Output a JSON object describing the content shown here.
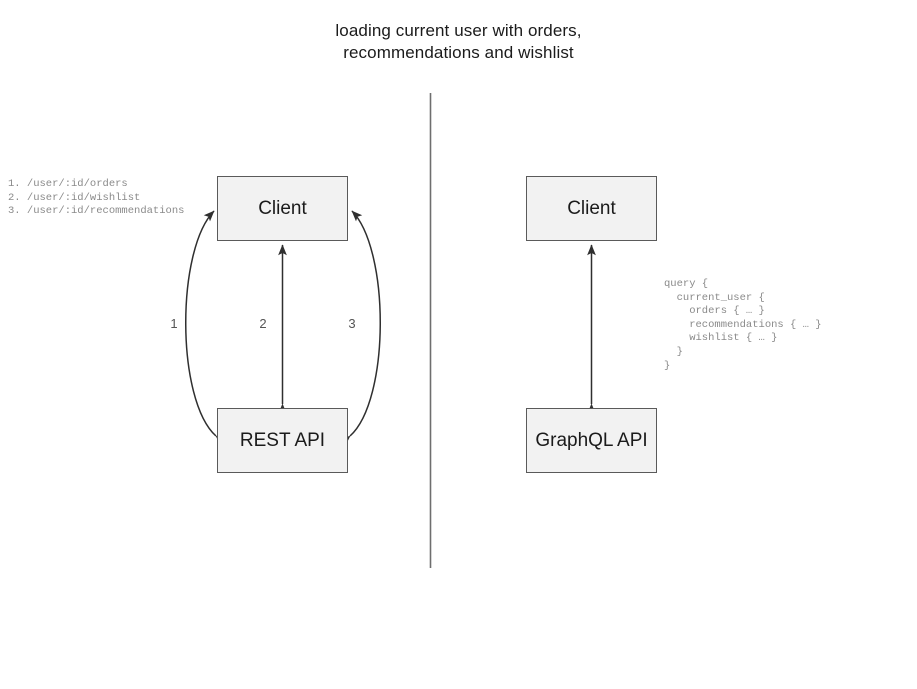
{
  "diagram": {
    "title": "loading current user with orders,\nrecommendations and wishlist",
    "divider": {
      "name": "vertical-divider",
      "color": "#6e6e6e"
    },
    "palette": {
      "box_fill": "#f2f2f2",
      "box_stroke": "#5a5a5a",
      "edge_stroke": "#3a3a3a",
      "annotation_text": "#8a8a8a",
      "title_text": "#1b1b1b"
    },
    "left_panel": {
      "name": "rest-approach",
      "nodes": [
        {
          "id": "client-rest",
          "label": "Client"
        },
        {
          "id": "rest-api",
          "label": "REST API"
        }
      ],
      "edges": [
        {
          "id": "1",
          "label": "1",
          "style": "curved-left",
          "arrows": "both"
        },
        {
          "id": "2",
          "label": "2",
          "style": "straight",
          "arrows": "both"
        },
        {
          "id": "3",
          "label": "3",
          "style": "curved-right",
          "arrows": "both"
        }
      ],
      "endpoints": "1. /user/:id/orders\n2. /user/:id/wishlist\n3. /user/:id/recommendations"
    },
    "right_panel": {
      "name": "graphql-approach",
      "nodes": [
        {
          "id": "client-gql",
          "label": "Client"
        },
        {
          "id": "graphql-api",
          "label": "GraphQL API"
        }
      ],
      "edges": [
        {
          "id": "gql-1",
          "label": "",
          "style": "straight",
          "arrows": "both"
        }
      ],
      "query": "query {\n  current_user {\n    orders { … }\n    recommendations { … }\n    wishlist { … }\n  }\n}"
    }
  }
}
